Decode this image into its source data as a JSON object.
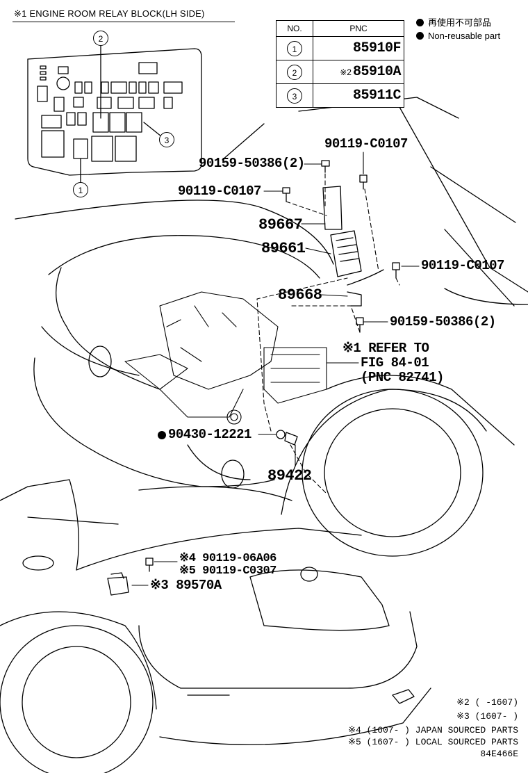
{
  "relay_block": {
    "title": "※1 ENGINE ROOM RELAY BLOCK(LH SIDE)",
    "callouts": [
      "1",
      "2",
      "3"
    ]
  },
  "pnc_table": {
    "headers": [
      "NO.",
      "PNC"
    ],
    "rows": [
      {
        "no": "1",
        "mark": "",
        "pnc": "85910F"
      },
      {
        "no": "2",
        "mark": "※2",
        "pnc": "85910A"
      },
      {
        "no": "3",
        "mark": "",
        "pnc": "85911C"
      }
    ]
  },
  "legend": {
    "line_jp": "再使用不可部品",
    "line_en": "Non-reusable part"
  },
  "labels": {
    "p90159_top": "90159-50386(2)",
    "p90119_top": "90119-C0107",
    "p90119_left": "90119-C0107",
    "p89667": "89667",
    "p89661": "89661",
    "p90119_right": "90119-C0107",
    "p89668": "89668",
    "p90159_right": "90159-50386(2)",
    "refer_1": "※1 REFER TO",
    "refer_2": "FIG 84-01",
    "refer_3": "(PNC 82741)",
    "p90430": "90430-12221",
    "p89422": "89422",
    "p901_06a06": "※4 90119-06A06",
    "p901_c0307": "※5 90119-C0307",
    "p89570a": "※3 89570A"
  },
  "notes": {
    "n2": "※2 (      -1607)",
    "n3": "※3 (1607-      )",
    "n4": "※4 (1607-      ) JAPAN SOURCED PARTS",
    "n5": "※5 (1607-      ) LOCAL SOURCED PARTS",
    "code": "84E466E"
  }
}
